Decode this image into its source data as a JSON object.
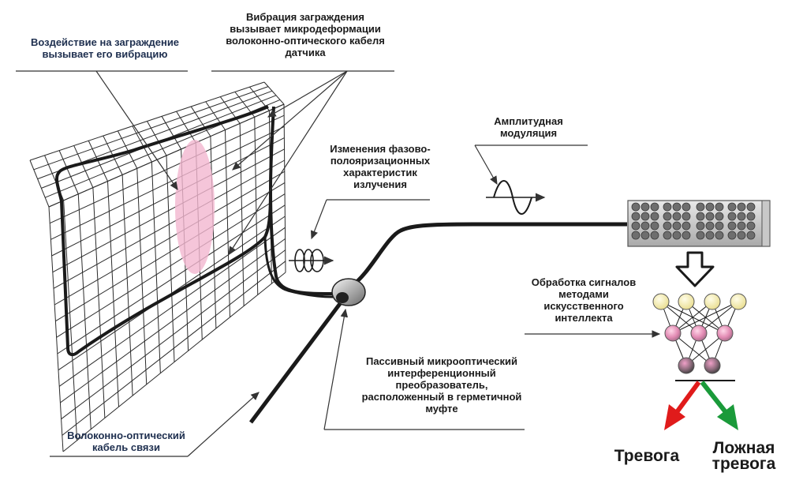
{
  "labels": {
    "impact": "Воздействие на заграждение\nвызывает его вибрацию",
    "vibration": "Вибрация заграждения\nвызывает микродеформации\nволоконно-оптического кабеля\nдатчика",
    "phase": "Изменения фазово-\nполояризационных\nхарактеристик\nизлучения",
    "amplitude": "Амплитудная\nмодуляция",
    "ai": "Обработка сигналов\nметодами\nискусственного\nинтеллекта",
    "converter": "Пассивный микрооптический\nинтерференционный\nпреобразователь,\nрасположенный в герметичной\nмуфте",
    "cable": "Волоконно-оптический\nкабель связи"
  },
  "outputs": {
    "alarm": "Тревога",
    "false_alarm": "Ложная\nтревога"
  },
  "colors": {
    "text": "#1a1a1a",
    "text_dark_blue": "#1e2f4f",
    "mesh": "#2b2b2b",
    "impact_zone": "#f2b6cf",
    "alarm_arrow": "#e01b1b",
    "false_alarm_arrow": "#1a9a3a",
    "node_yellow": "#f3ecb0",
    "node_pink": "#e6a0bf",
    "node_dark": "#8a8a8a"
  },
  "icons": [
    "fence-mesh",
    "sensor-cable",
    "sealed-coupler",
    "polarization-icon",
    "sine-wave-icon",
    "processing-unit",
    "down-arrow-icon",
    "neural-network",
    "alarm-arrow",
    "false-alarm-arrow"
  ]
}
